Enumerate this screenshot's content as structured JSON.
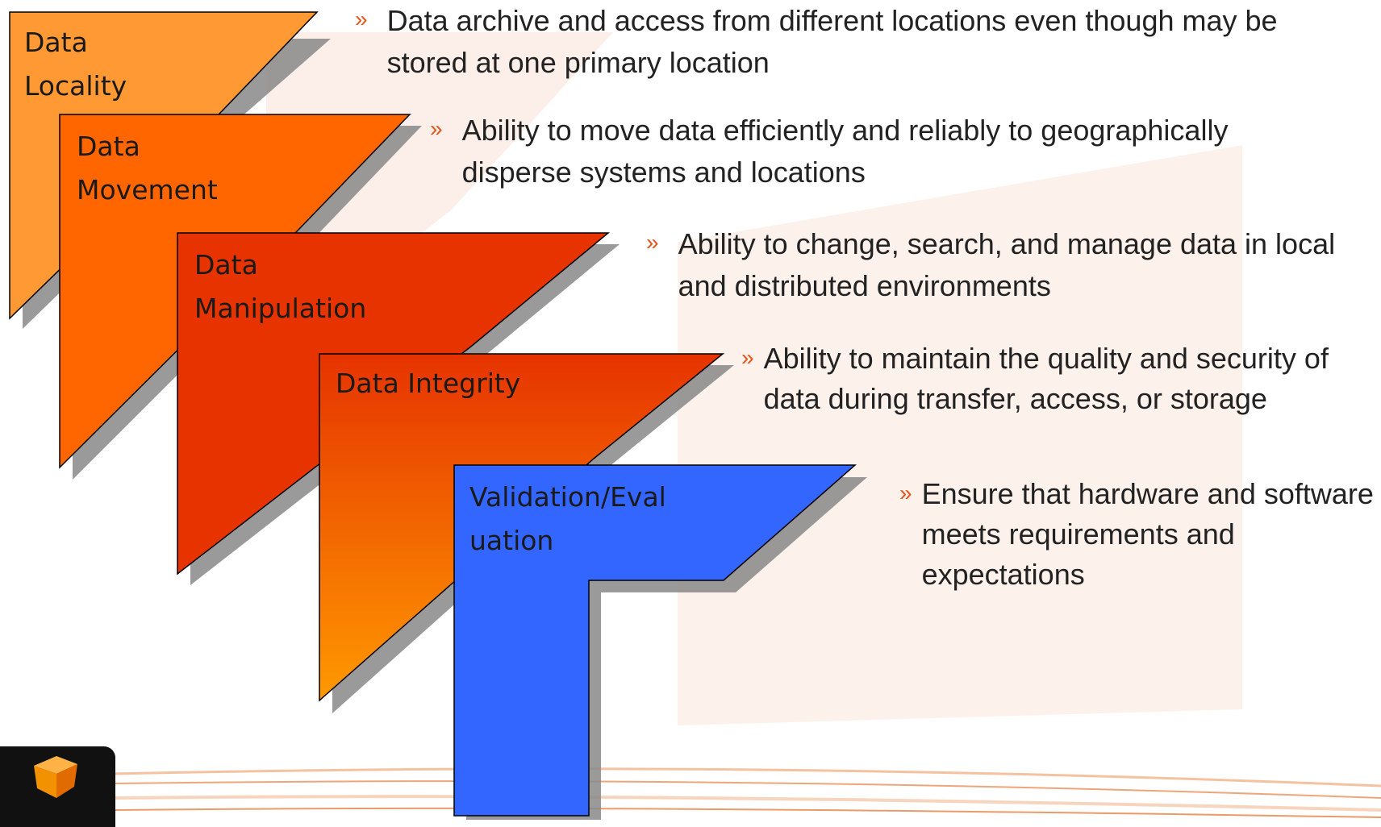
{
  "steps": [
    {
      "label": "Data\nLocality",
      "color": "#FF9933",
      "description": "Data archive and access from different locations even though may be stored at one primary location"
    },
    {
      "label": "Data\nMovement",
      "color": "#FF6600",
      "description": "Ability to move data efficiently and reliably to geographically disperse systems and locations"
    },
    {
      "label": "Data\nManipulation",
      "color": "#E63300",
      "description": "Ability to change, search, and manage data in local and distributed environments"
    },
    {
      "label": "Data Integrity",
      "color_top": "#E63300",
      "color_bottom": "#FF9900",
      "description": "Ability to maintain the quality and security of data during transfer, access, or storage"
    },
    {
      "label": "Validation/Eval\nuation",
      "color": "#3366FF",
      "description": "Ensure that hardware and software meets requirements and expectations"
    }
  ],
  "bullet_symbol": "»",
  "colors": {
    "bullet": "#E8541A",
    "text": "#222222",
    "watermark": "#FBE9E2",
    "swoosh": "#F2B48C"
  },
  "icons": {
    "logo": "orange-cube-logo-icon"
  }
}
